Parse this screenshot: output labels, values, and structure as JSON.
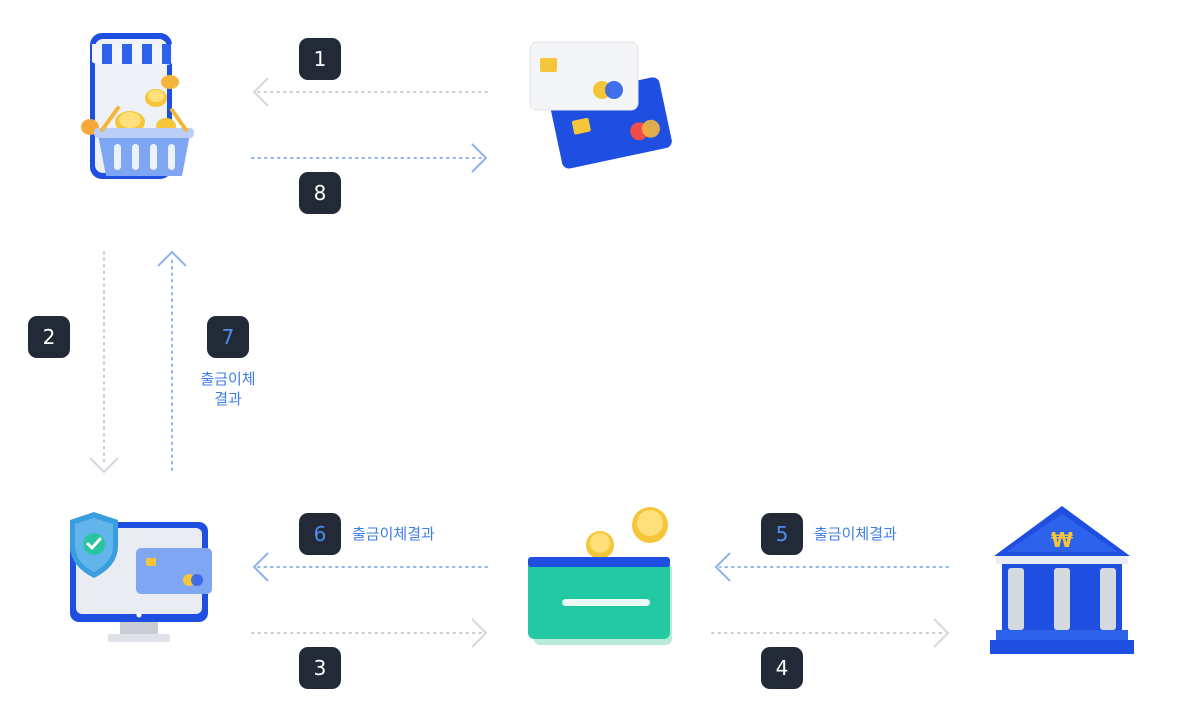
{
  "steps": {
    "s1": "1",
    "s2": "2",
    "s3": "3",
    "s4": "4",
    "s5": "5",
    "s6": "6",
    "s7": "7",
    "s8": "8"
  },
  "labels": {
    "step7_line1": "출금이체",
    "step7_line2": "결과",
    "step6": "출금이체결과",
    "step5": "출금이체결과"
  },
  "icons": {
    "shop": "shop-basket-phone-icon",
    "cards": "credit-cards-icon",
    "terminal": "secure-monitor-card-icon",
    "wallet": "wallet-coins-icon",
    "bank": "bank-won-icon"
  },
  "colors": {
    "badge_bg": "#222a38",
    "accent": "#3f7ce6",
    "arrow_gray": "#d5d8de",
    "arrow_blue": "#8fb2ee",
    "brand_blue": "#1f4fe0",
    "teal": "#22c9a3",
    "gold": "#f5c53a"
  }
}
